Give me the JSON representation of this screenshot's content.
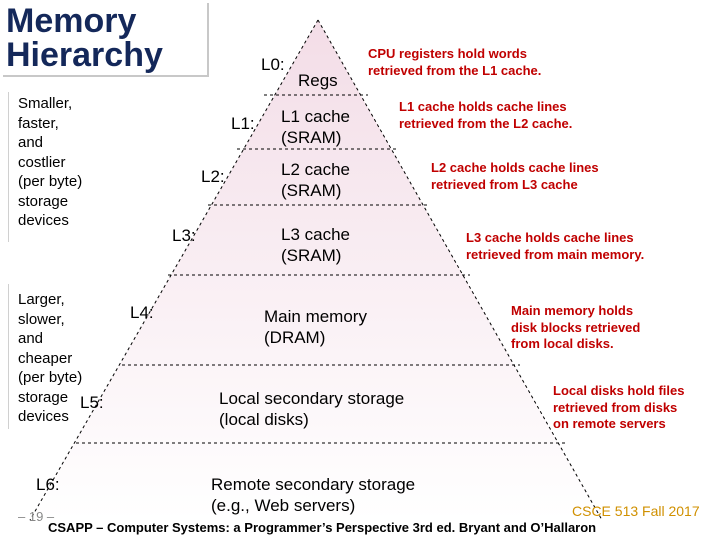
{
  "title": "Memory\nHierarchy",
  "side_top": "Smaller,\nfaster,\nand\ncostlier\n(per byte)\nstorage\ndevices",
  "side_bottom": "Larger,\nslower,\nand\ncheaper\n(per byte)\nstorage\ndevices",
  "levels": [
    {
      "label": "L0:",
      "tier": "Regs",
      "note": "CPU registers hold words\nretrieved from the L1 cache."
    },
    {
      "label": "L1:",
      "tier": "L1 cache\n(SRAM)",
      "note": "L1 cache holds cache lines\nretrieved from the L2 cache."
    },
    {
      "label": "L2:",
      "tier": "L2 cache\n(SRAM)",
      "note": "L2 cache holds cache lines\nretrieved from L3 cache"
    },
    {
      "label": "L3:",
      "tier": "L3 cache\n(SRAM)",
      "note": "L3 cache holds cache lines\nretrieved from main memory."
    },
    {
      "label": "L4:",
      "tier": "Main memory\n(DRAM)",
      "note": "Main memory holds\ndisk blocks retrieved\nfrom local disks."
    },
    {
      "label": "L5:",
      "tier": "Local secondary storage\n(local disks)",
      "note": "Local disks hold files\nretrieved from disks\non remote servers"
    },
    {
      "label": "L6:",
      "tier": "Remote secondary storage\n(e.g., Web servers)",
      "note": ""
    }
  ],
  "footer": {
    "page_number": "– 19 –",
    "course": "CSCE 513 Fall 2017",
    "citation": "CSAPP – Computer Systems: a Programmer’s Perspective 3rd ed. Bryant and O’Hallaron"
  },
  "colors": {
    "title": "#14285a",
    "note": "#c00000",
    "course": "#d09000",
    "pyramid_fill_top": "#f6e4ec",
    "pyramid_fill_bottom": "#ffffff"
  }
}
